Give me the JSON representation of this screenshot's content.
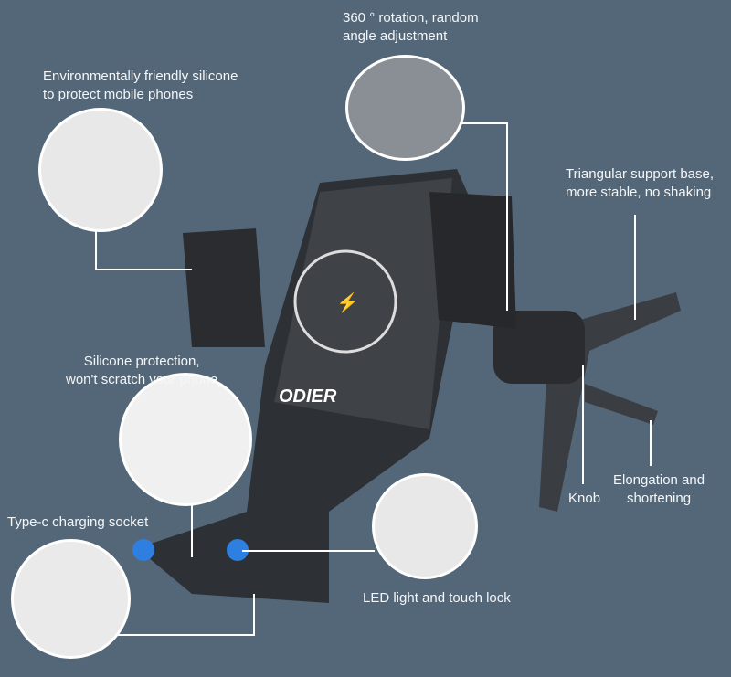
{
  "brand": "ODIER",
  "colors": {
    "background": "#546778",
    "accent_blue": "#2f7fe0",
    "line": "#ffffff"
  },
  "callouts": {
    "rotation": [
      "360 ° rotation, random",
      "angle adjustment"
    ],
    "silicone": [
      "Environmentally friendly silicone",
      "to protect mobile phones"
    ],
    "triangular": [
      "Triangular support base,",
      "more stable, no shaking"
    ],
    "protection": [
      "Silicone protection,",
      "won't scratch your phone"
    ],
    "typec": "Type-c charging socket",
    "knob": "Knob",
    "elongation": [
      "Elongation and",
      "shortening"
    ],
    "led": "LED light and touch lock"
  }
}
